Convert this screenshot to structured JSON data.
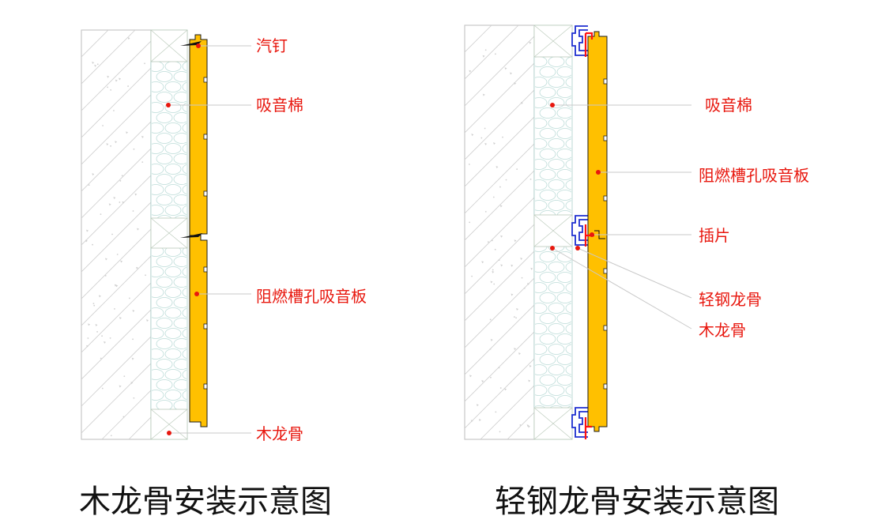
{
  "left_diagram": {
    "labels": {
      "air_nail": "汽钉",
      "sound_cotton": "吸音棉",
      "panel": "阻燃槽孔吸音板",
      "wood_keel": "木龙骨"
    },
    "caption": "木龙骨安装示意图"
  },
  "right_diagram": {
    "labels": {
      "sound_cotton": "吸音棉",
      "panel": "阻燃槽孔吸音板",
      "insert_clip": "插片",
      "light_steel_keel": "轻钢龙骨",
      "wood_keel": "木龙骨"
    },
    "caption": "轻钢龙骨安装示意图"
  },
  "colors": {
    "label_text": "#e8170e",
    "panel_fill": "#ffc000",
    "steel_keel": "#1e2fd0",
    "clip": "#ff1010",
    "insulation": "#9ec9c4"
  }
}
